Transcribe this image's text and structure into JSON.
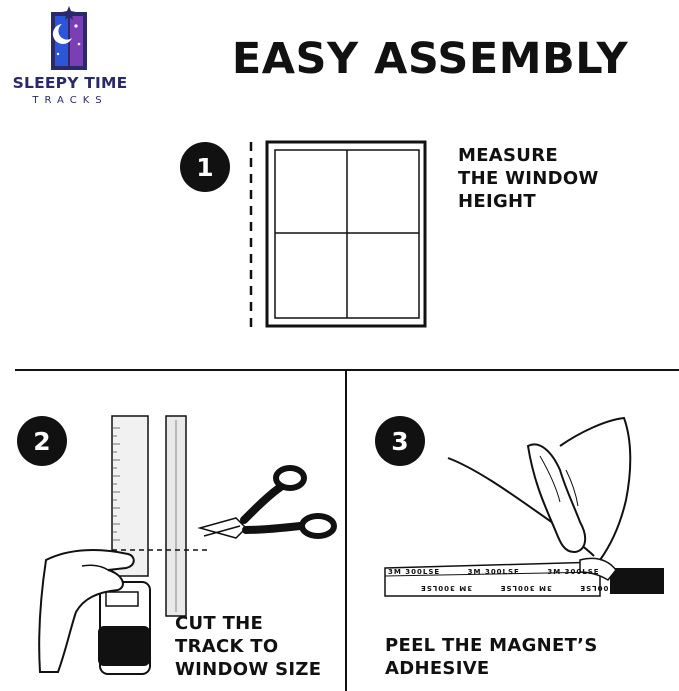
{
  "brand": {
    "name": "SLEEPY TIME",
    "subtitle": "TRACKS",
    "colors": {
      "navy": "#2a2a6a",
      "purple": "#7b3fb5",
      "blue": "#2b56d9"
    }
  },
  "title": "EASY ASSEMBLY",
  "steps": [
    {
      "number": "1",
      "lines": [
        "MEASURE",
        "THE WINDOW",
        "HEIGHT"
      ]
    },
    {
      "number": "2",
      "lines": [
        "CUT THE",
        "TRACK TO",
        "WINDOW SIZE"
      ]
    },
    {
      "number": "3",
      "lines": [
        "PEEL THE MAGNET’S",
        "ADHESIVE"
      ]
    }
  ],
  "tape": {
    "print": "3M 300LSE"
  }
}
